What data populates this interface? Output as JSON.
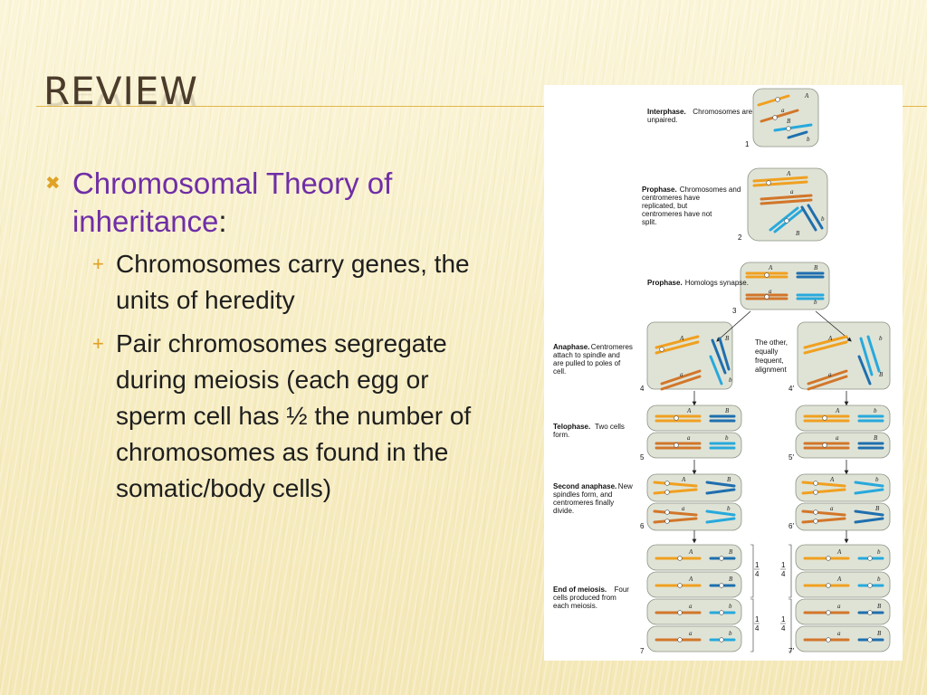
{
  "slide": {
    "title": "Review",
    "bullet1": {
      "text": "Chromosomal Theory of inheritance",
      "suffix": ":"
    },
    "sub_bullets": [
      "Chromosomes carry genes, the units of heredity",
      "Pair chromosomes segregate during meiosis (each egg or sperm cell has ½ the number of chromosomes as found in the somatic/body cells)"
    ],
    "bullet_icons": {
      "level1": "x-mark-icon",
      "level2": "plus-icon"
    }
  },
  "diagram": {
    "stages": [
      {
        "title": "Interphase.",
        "desc": "Chromosomes are unpaired.",
        "num": "1"
      },
      {
        "title": "Prophase.",
        "desc": "Chromosomes and centromeres have replicated, but centromeres have not split.",
        "num": "2"
      },
      {
        "title": "Prophase.",
        "desc": "Homologs synapse.",
        "num": "3"
      },
      {
        "title": "Anaphase.",
        "desc": "Centromeres attach to spindle and are pulled to poles of cell.",
        "num": "4",
        "num_alt": "4′"
      },
      {
        "title": "Telophase.",
        "desc": "Two cells form.",
        "num": "5",
        "num_alt": "5′"
      },
      {
        "title": "Second anaphase.",
        "desc": "New spindles form, and centromeres finally divide.",
        "num": "6",
        "num_alt": "6′"
      },
      {
        "title": "End of meiosis.",
        "desc": "Four cells produced from each meiosis.",
        "num": "7",
        "num_alt": "7′"
      }
    ],
    "alternative_note": "The other, equally frequent, alignment",
    "gene_labels": {
      "A": "A",
      "a": "a",
      "B": "B",
      "b": "b"
    },
    "fractions": [
      "1/4",
      "1/4",
      "1/4",
      "1/4",
      "1/4",
      "1/4",
      "1/4",
      "1/4"
    ],
    "colors": {
      "orange": "#f0a020",
      "dark_orange": "#d2762a",
      "blue": "#27a9dc",
      "dark_blue": "#1f6fae",
      "cell_fill": "#dfe3d6",
      "cell_stroke": "#8b9384"
    }
  }
}
